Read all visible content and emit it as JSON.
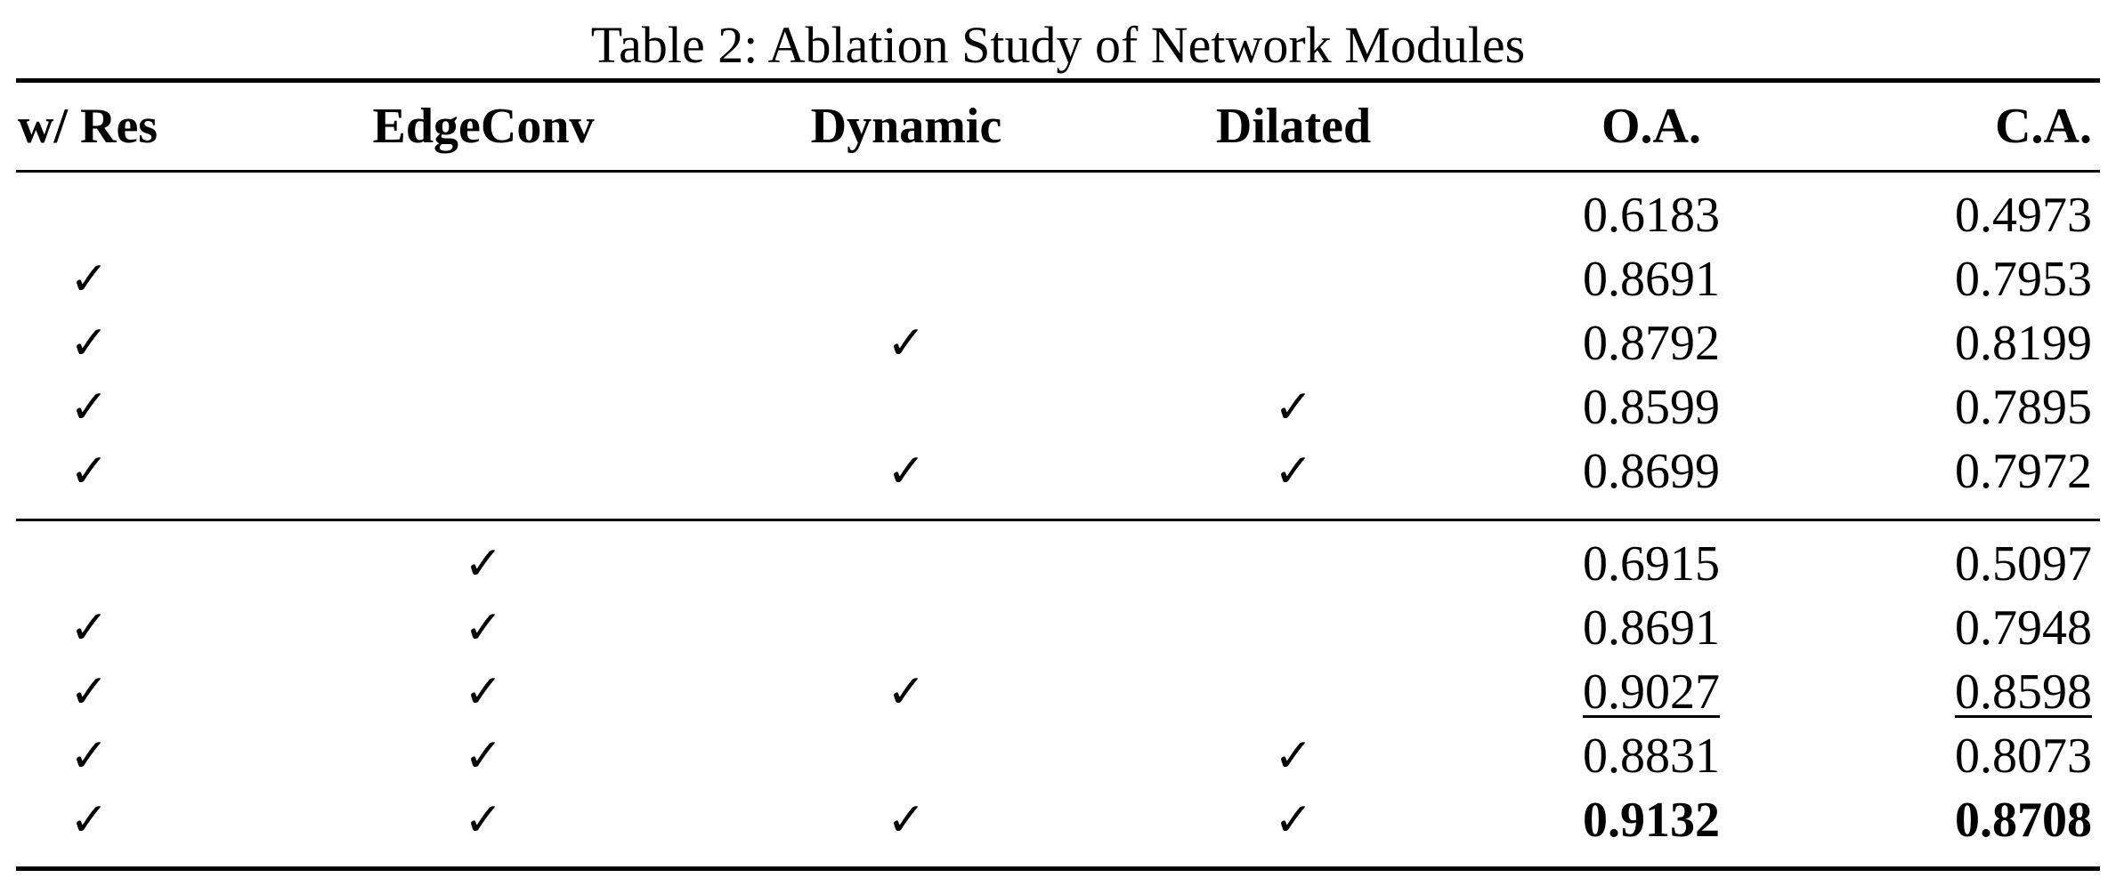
{
  "caption": "Table 2: Ablation Study of Network Modules",
  "columns": {
    "res": "w/ Res",
    "edgeconv": "EdgeConv",
    "dynamic": "Dynamic",
    "dilated": "Dilated",
    "oa": "O.A.",
    "ca": "C.A."
  },
  "check_symbol": "✓",
  "rows": [
    {
      "res": "",
      "edgeconv": "",
      "dynamic": "",
      "dilated": "",
      "oa": "0.6183",
      "ca": "0.4973"
    },
    {
      "res": "✓",
      "edgeconv": "",
      "dynamic": "",
      "dilated": "",
      "oa": "0.8691",
      "ca": "0.7953"
    },
    {
      "res": "✓",
      "edgeconv": "",
      "dynamic": "✓",
      "dilated": "",
      "oa": "0.8792",
      "ca": "0.8199"
    },
    {
      "res": "✓",
      "edgeconv": "",
      "dynamic": "",
      "dilated": "✓",
      "oa": "0.8599",
      "ca": "0.7895"
    },
    {
      "res": "✓",
      "edgeconv": "",
      "dynamic": "✓",
      "dilated": "✓",
      "oa": "0.8699",
      "ca": "0.7972"
    },
    {
      "res": "",
      "edgeconv": "✓",
      "dynamic": "",
      "dilated": "",
      "oa": "0.6915",
      "ca": "0.5097"
    },
    {
      "res": "✓",
      "edgeconv": "✓",
      "dynamic": "",
      "dilated": "",
      "oa": "0.8691",
      "ca": "0.7948"
    },
    {
      "res": "✓",
      "edgeconv": "✓",
      "dynamic": "✓",
      "dilated": "",
      "oa": "0.9027",
      "ca": "0.8598"
    },
    {
      "res": "✓",
      "edgeconv": "✓",
      "dynamic": "",
      "dilated": "✓",
      "oa": "0.8831",
      "ca": "0.8073"
    },
    {
      "res": "✓",
      "edgeconv": "✓",
      "dynamic": "✓",
      "dilated": "✓",
      "oa": "0.9132",
      "ca": "0.8708"
    }
  ],
  "emphasis": {
    "underlined_row": 7,
    "bold_row": 9
  }
}
